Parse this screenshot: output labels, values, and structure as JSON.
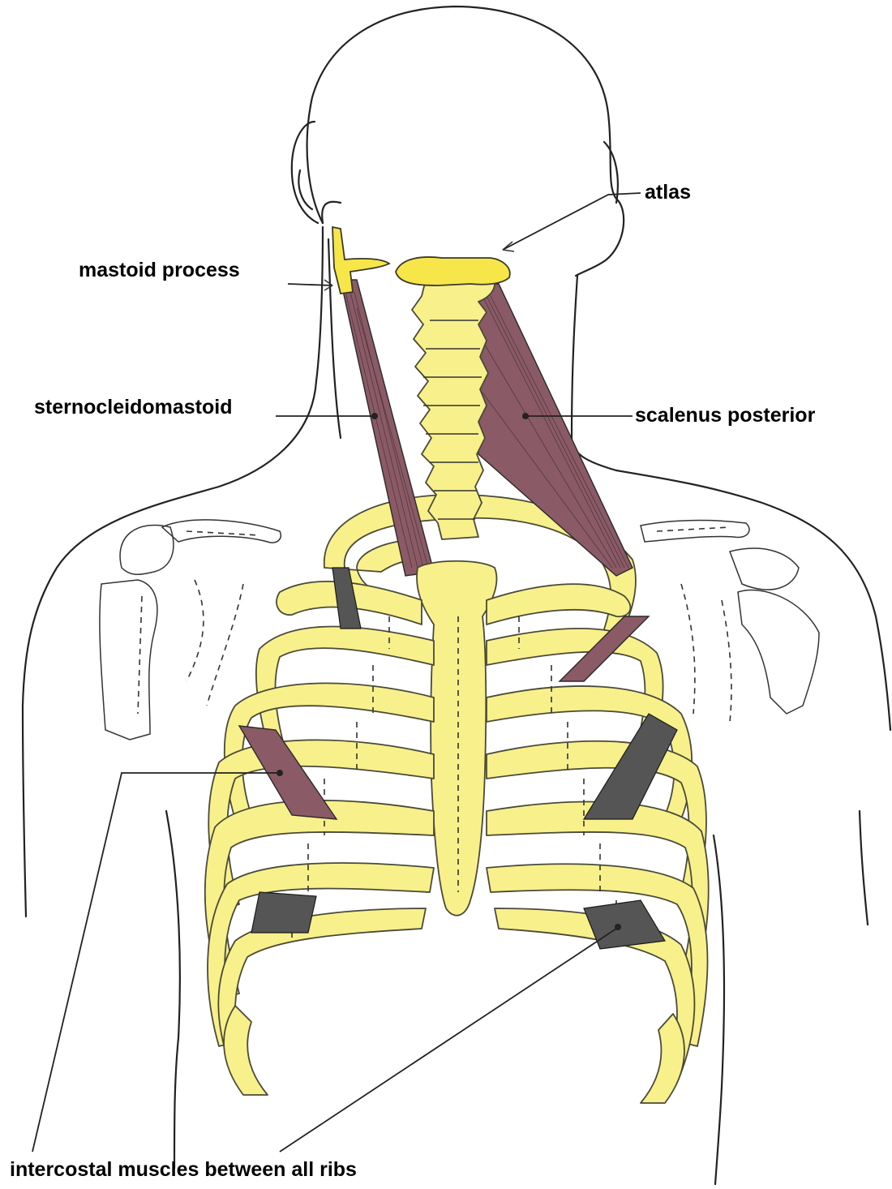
{
  "labels": {
    "atlas": "atlas",
    "mastoid_process": "mastoid process",
    "sternocleidomastoid": "sternocleidomastoid",
    "scalenus_posterior": "scalenus posterior",
    "intercostal": "intercostal muscles between all ribs"
  },
  "colors": {
    "bone": "#f8f08a",
    "atlas": "#f7e64a",
    "muscle": "#8a5a66",
    "intercostal": "#555555"
  }
}
